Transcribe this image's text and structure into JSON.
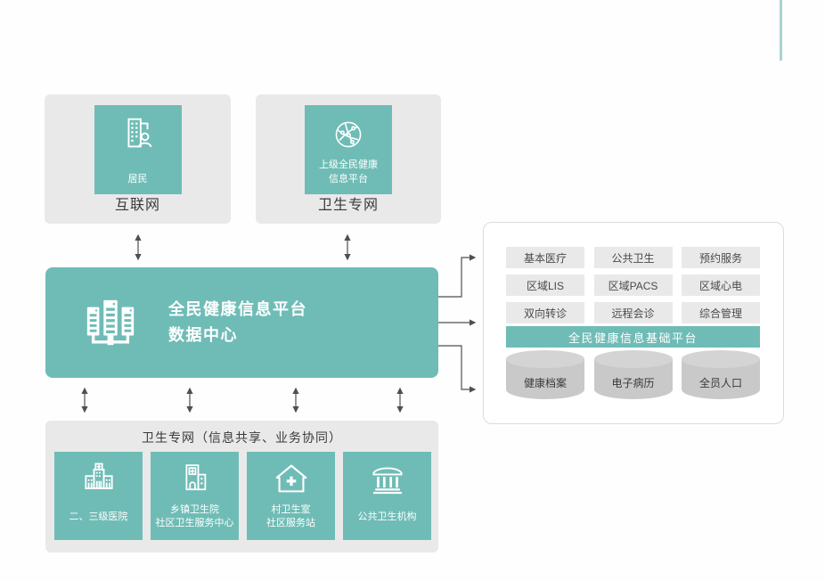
{
  "colors": {
    "teal": "#6fbcb6",
    "accent_line": "#a9d4d1",
    "box_gray": "#e9e9e9",
    "chip_gray": "#e9e9e9",
    "cylinder_body": "#c9c9c9",
    "cylinder_top": "#d4d4d4",
    "panel_border": "#dcdcdc",
    "arrow": "#4f4f4f",
    "text_dark": "#3a3a3a",
    "text_white": "#ffffff"
  },
  "top_nodes": [
    {
      "label": "互联网",
      "icon": "residents-building-icon",
      "inner_line1": "居民",
      "inner_line2": ""
    },
    {
      "label": "卫生专网",
      "icon": "network-globe-icon",
      "inner_line1": "上级全民健康",
      "inner_line2": "信息平台"
    }
  ],
  "center_box": {
    "icon": "data-center-icon",
    "title_line1": "全民健康信息平台",
    "title_line2": "数据中心"
  },
  "right_panel": {
    "chips": [
      "基本医疗",
      "公共卫生",
      "预约服务",
      "区域LIS",
      "区域PACS",
      "区域心电",
      "双向转诊",
      "远程会诊",
      "综合管理"
    ],
    "platform_bar": "全民健康信息基础平台",
    "databases": [
      "健康档案",
      "电子病历",
      "全员人口"
    ]
  },
  "bottom_box": {
    "title": "卫生专网（信息共享、业务协同）",
    "nodes": [
      {
        "icon": "hospital-icon",
        "line1": "二、三级医院",
        "line2": ""
      },
      {
        "icon": "township-clinic-icon",
        "line1": "乡镇卫生院",
        "line2": "社区卫生服务中心"
      },
      {
        "icon": "village-clinic-icon",
        "line1": "村卫生室",
        "line2": "社区服务站"
      },
      {
        "icon": "public-health-institution-icon",
        "line1": "公共卫生机构",
        "line2": ""
      }
    ]
  }
}
